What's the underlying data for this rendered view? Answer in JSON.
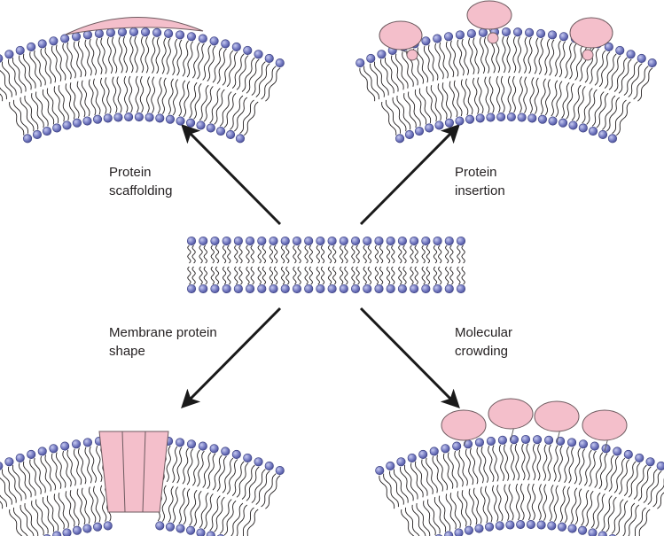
{
  "labels": {
    "top_left": [
      "Protein",
      "scaffolding"
    ],
    "top_right": [
      "Protein",
      "insertion"
    ],
    "bottom_left": [
      "Membrane protein",
      "shape"
    ],
    "bottom_right": [
      "Molecular",
      "crowding"
    ]
  },
  "colors": {
    "head_fill": "#6a70b8",
    "head_stroke": "#3c4182",
    "tail": "#231f20",
    "protein_fill": "#f4bfcb",
    "protein_stroke": "#6d5a5f",
    "arrow": "#1a1a1a"
  }
}
